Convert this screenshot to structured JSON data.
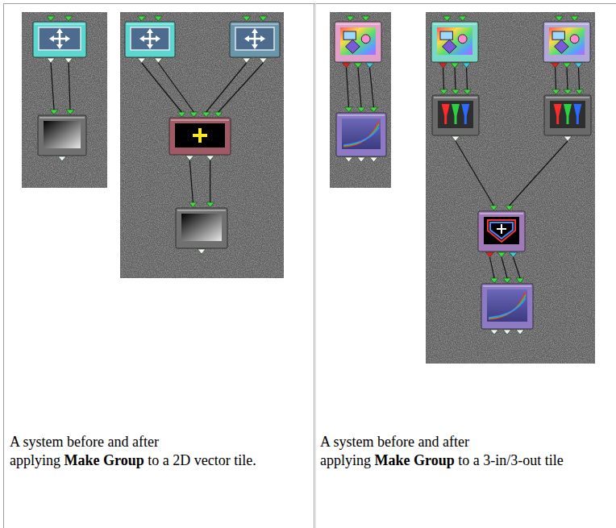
{
  "diagram": {
    "labels": [
      "A system before and after",
      "applying",
      "Make Group",
      "to a 2D vector tile.",
      "A system before and after",
      "applying",
      "Make Group",
      "to a 3-in/3-out tile"
    ]
  }
}
